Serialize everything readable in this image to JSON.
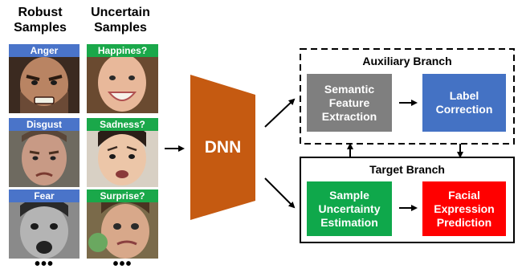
{
  "columns": {
    "robust_header": "Robust\nSamples",
    "uncertain_header": "Uncertain\nSamples"
  },
  "robust_samples": [
    {
      "label": "Anger"
    },
    {
      "label": "Disgust"
    },
    {
      "label": "Fear"
    }
  ],
  "uncertain_samples": [
    {
      "label": "Happines?"
    },
    {
      "label": "Sadness?"
    },
    {
      "label": "Surprise?"
    }
  ],
  "ellipsis": "•••",
  "dnn": {
    "label": "DNN",
    "color": "#c55a11"
  },
  "auxiliary_branch": {
    "title": "Auxiliary Branch",
    "semantic_box": {
      "label": "Semantic\nFeature\nExtraction",
      "color": "#7f7f7f"
    },
    "label_box": {
      "label": "Label\nCorrection",
      "color": "#4472c4"
    }
  },
  "target_branch": {
    "title": "Target Branch",
    "uncertainty_box": {
      "label": "Sample\nUncertainty\nEstimation",
      "color": "#0fa84b"
    },
    "prediction_box": {
      "label": "Facial\nExpression\nPrediction",
      "color": "#ff0000"
    }
  },
  "colors": {
    "badge_robust": "#4a74c9",
    "badge_uncertain": "#1aa84a"
  }
}
